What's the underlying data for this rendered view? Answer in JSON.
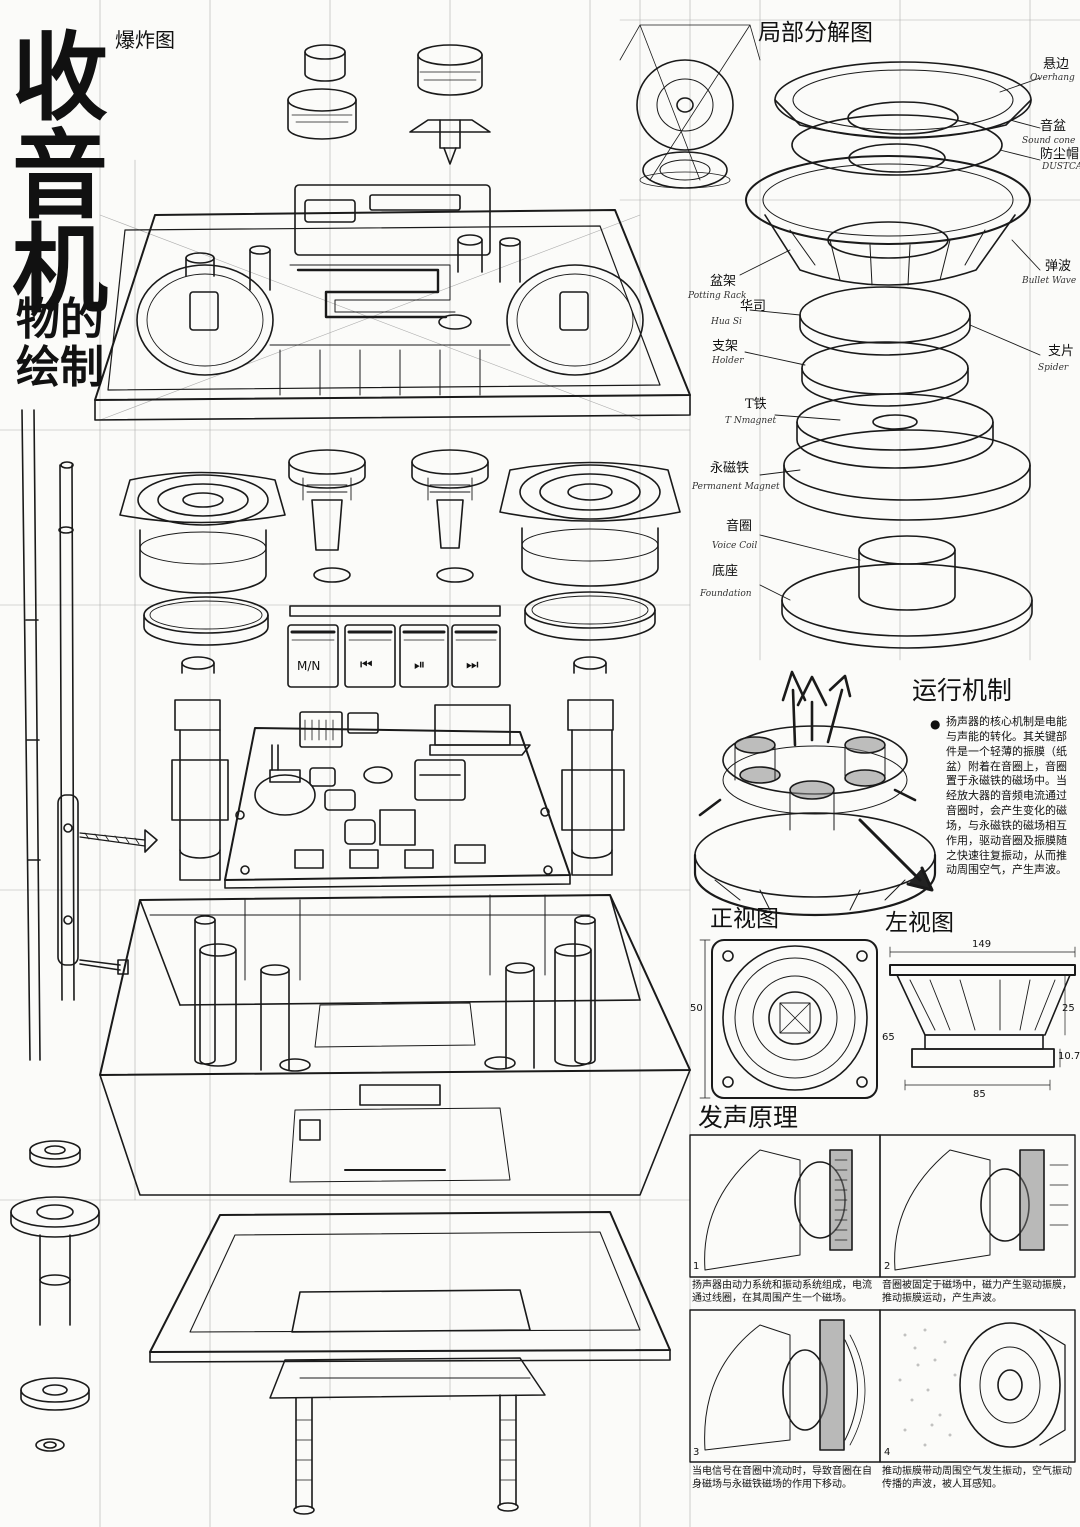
{
  "poster": {
    "title_lines": [
      "收",
      "音",
      "机",
      "物的",
      "绘制"
    ],
    "exploded_view_label": "爆炸图"
  },
  "partial_view": {
    "title": "局部分解图",
    "parts": [
      {
        "cn": "悬边",
        "en": "Overhang"
      },
      {
        "cn": "音盆",
        "en": "Sound cone"
      },
      {
        "cn": "防尘帽",
        "en": "DUSTCA"
      },
      {
        "cn": "弹波",
        "en": "Bullet Wave"
      },
      {
        "cn": "盆架",
        "en": "Potting Rack"
      },
      {
        "cn": "华司",
        "en": "Hua Si"
      },
      {
        "cn": "支架",
        "en": "Holder"
      },
      {
        "cn": "支片",
        "en": "Spider"
      },
      {
        "cn": "T铁",
        "en": "T Nmagnet"
      },
      {
        "cn": "永磁铁",
        "en": "Permanent Magnet"
      },
      {
        "cn": "音圈",
        "en": "Voice Coil"
      },
      {
        "cn": "底座",
        "en": "Foundation"
      }
    ]
  },
  "mechanism": {
    "title": "运行机制",
    "text": "扬声器的核心机制是电能与声能的转化。其关键部件是一个轻薄的振膜（纸盆）附着在音圈上，音圈置于永磁铁的磁场中。当经放大器的音频电流通过音圈时，会产生变化的磁场，与永磁铁的磁场相互作用，驱动音圈及振膜随之快速往复振动，从而推动周围空气，产生声波。"
  },
  "views": {
    "front_title": "正视图",
    "side_title": "左视图",
    "dimensions": {
      "front_height": "50",
      "side_width": "149",
      "side_d1": "25",
      "side_d2": "65",
      "side_d3": "10.7",
      "side_bottom": "85"
    }
  },
  "principle": {
    "title": "发声原理",
    "panels": [
      {
        "num": "1",
        "caption": "扬声器由动力系统和振动系统组成，电流通过线圈，在其周围产生一个磁场。"
      },
      {
        "num": "2",
        "caption": "音圈被固定于磁场中，磁力产生驱动振膜，推动振膜运动，产生声波。"
      },
      {
        "num": "3",
        "caption": "当电信号在音圈中流动时，导致音圈在自身磁场与永磁铁磁场的作用下移动。"
      },
      {
        "num": "4",
        "caption": "推动振膜带动周围空气发生振动，空气振动传播的声波，被人耳感知。"
      }
    ]
  },
  "transport_buttons": [
    "M/N",
    "⏮",
    "⏯",
    "⏭"
  ]
}
